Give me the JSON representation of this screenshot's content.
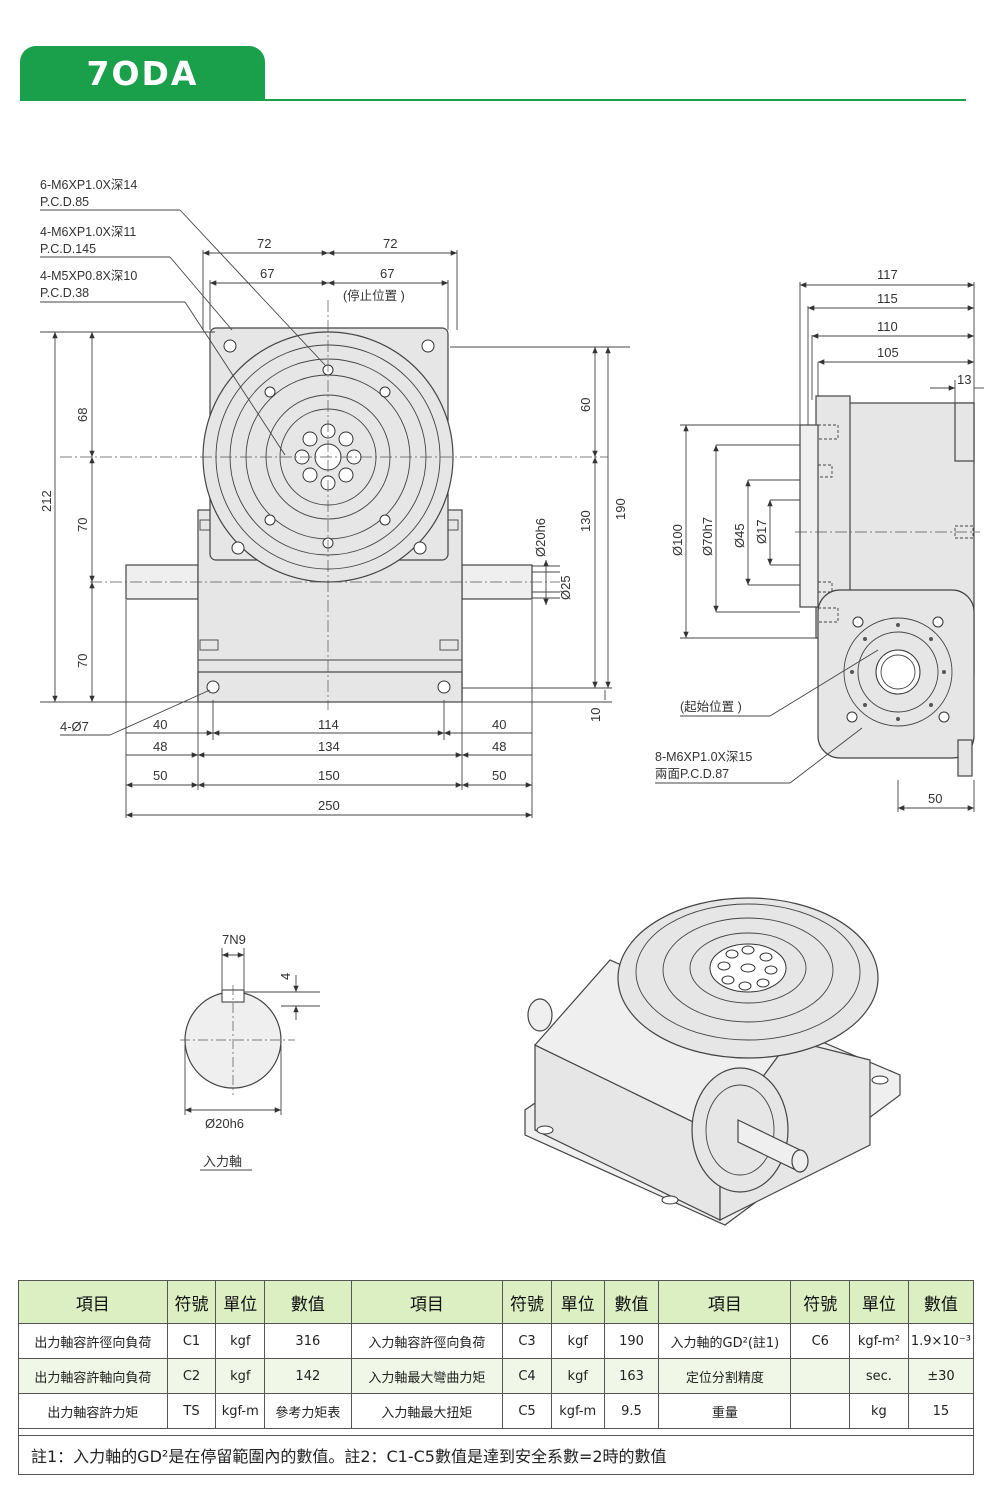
{
  "header": {
    "model": "7ODA"
  },
  "front_view": {
    "callouts": [
      {
        "line1": "6-M6XP1.0X深14",
        "line2": "P.C.D.85"
      },
      {
        "line1": "4-M6XP1.0X深11",
        "line2": "P.C.D.145"
      },
      {
        "line1": "4-M5XP0.8X深10",
        "line2": "P.C.D.38"
      }
    ],
    "top_dims": {
      "w72a": "72",
      "w72b": "72",
      "w67a": "67",
      "w67b": "67",
      "stop_pos": "(停止位置 )"
    },
    "left_dims": {
      "h212": "212",
      "h68": "68",
      "h70a": "70",
      "h70b": "70"
    },
    "right_dims": {
      "h60": "60",
      "h130": "130",
      "h190": "190",
      "h10": "10",
      "d20h6": "Ø20h6",
      "d25": "Ø25"
    },
    "bottom_dims": {
      "holes": "4-Ø7",
      "w40a": "40",
      "w114": "114",
      "w40b": "40",
      "w48a": "48",
      "w134": "134",
      "w48b": "48",
      "w50a": "50",
      "w150": "150",
      "w50b": "50",
      "w250": "250"
    }
  },
  "side_view": {
    "top_dims": {
      "w117": "117",
      "w115": "115",
      "w110": "110",
      "w105": "105",
      "w13": "13"
    },
    "diameters": {
      "d100": "Ø100",
      "d70h7": "Ø70h7",
      "d45": "Ø45",
      "d17": "Ø17"
    },
    "start_pos": "(起始位置 )",
    "callout": {
      "line1": "8-M6XP1.0X深15",
      "line2": "兩面P.C.D.87"
    },
    "w50": "50"
  },
  "shaft_detail": {
    "key": "7N9",
    "depth": "4",
    "diameter": "Ø20h6",
    "caption": "入力軸"
  },
  "spec_table": {
    "headers": [
      "項目",
      "符號",
      "單位",
      "數值",
      "項目",
      "符號",
      "單位",
      "數值",
      "項目",
      "符號",
      "單位",
      "數值"
    ],
    "rows": [
      [
        "出力軸容許徑向負荷",
        "C1",
        "kgf",
        "316",
        "入力軸容許徑向負荷",
        "C3",
        "kgf",
        "190",
        "入力軸的GD²(註1)",
        "C6",
        "kgf-m²",
        "1.9×10⁻³"
      ],
      [
        "出力軸容許軸向負荷",
        "C2",
        "kgf",
        "142",
        "入力軸最大彎曲力矩",
        "C4",
        "kgf",
        "163",
        "定位分割精度",
        "",
        "sec.",
        "±30"
      ],
      [
        "出力軸容許力矩",
        "TS",
        "kgf-m",
        "參考力矩表",
        "入力軸最大扭矩",
        "C5",
        "kgf-m",
        "9.5",
        "重量",
        "",
        "kg",
        "15"
      ]
    ],
    "note": "註1：入力軸的GD²是在停留範圍內的數值。註2：C1-C5數值是達到安全系數=2時的數值"
  },
  "colors": {
    "brand_green": "#1aa04a",
    "table_header": "#dcefc2",
    "table_row_alt": "#f0f7e7"
  }
}
